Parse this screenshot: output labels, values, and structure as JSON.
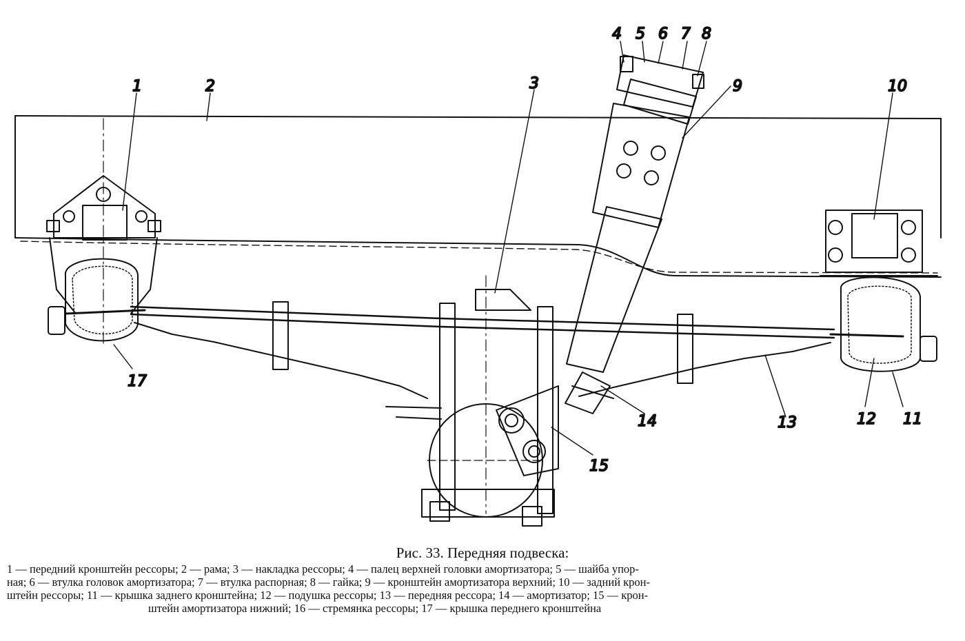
{
  "figure": {
    "caption_title": "Рис. 33. Передняя подвеска:",
    "callouts": [
      "1",
      "2",
      "3",
      "4",
      "5",
      "6",
      "7",
      "8",
      "9",
      "10",
      "11",
      "12",
      "13",
      "14",
      "15",
      "17"
    ],
    "legend_lines": [
      "1 — передний кронштейн рессоры; 2 — рама; 3 — накладка рессоры; 4 — палец верхней головки амортизатора; 5 — шайба упор-",
      "ная; 6 — втулка головок амортизатора; 7 — втулка распорная; 8 — гайка; 9 — кронштейн амортизатора верхний; 10 — задний крон-",
      "штейн рессоры; 11 — крышка заднего кронштейна; 12 — подушка рессоры; 13 — передняя рессора; 14 — амортизатор; 15 — крон-",
      "штейн амортизатора нижний; 16 — стремянка рессоры; 17 — крышка переднего кронштейна"
    ]
  }
}
